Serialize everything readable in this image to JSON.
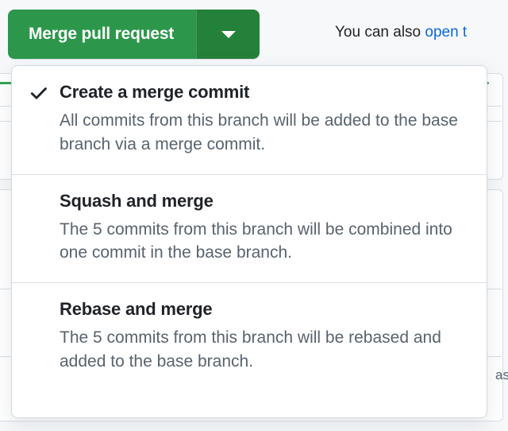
{
  "merge_button": {
    "label": "Merge pull request",
    "dropdown_icon": "chevron-down-icon",
    "bg_color": "#2c974b",
    "dropdown_bg_color": "#248139",
    "text_color": "#ffffff"
  },
  "helper": {
    "prefix": "You can also ",
    "link_text": "open t",
    "link_color": "#0969da"
  },
  "menu": {
    "items": [
      {
        "title": "Create a merge commit",
        "description": "All commits from this branch will be added to the base branch via a merge commit.",
        "selected": true,
        "check_icon": "check-icon"
      },
      {
        "title": "Squash and merge",
        "description": "The 5 commits from this branch will be combined into one commit in the base branch.",
        "selected": false,
        "check_icon": ""
      },
      {
        "title": "Rebase and merge",
        "description": "The 5 commits from this branch will be rebased and added to the base branch.",
        "selected": false,
        "check_icon": ""
      }
    ],
    "border_color": "#d0d7de",
    "background": "#ffffff"
  },
  "backdrop": {
    "cut_off_text": "as",
    "accent_green": "#2da44e",
    "page_bg": "#f6f8fa"
  }
}
